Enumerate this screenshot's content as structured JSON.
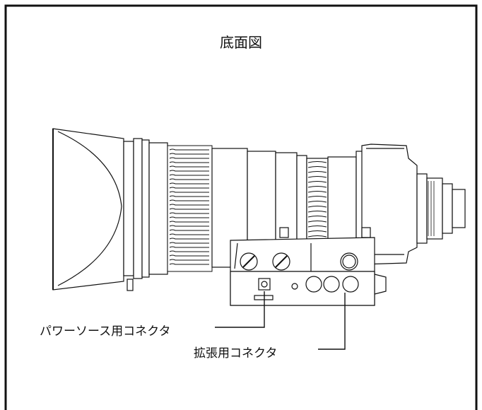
{
  "title": "底面図",
  "callouts": {
    "power_connector": "パワーソース用コネクタ",
    "expansion_connector": "拡張用コネクタ"
  },
  "colors": {
    "line": "#111111",
    "background": "#ffffff"
  }
}
